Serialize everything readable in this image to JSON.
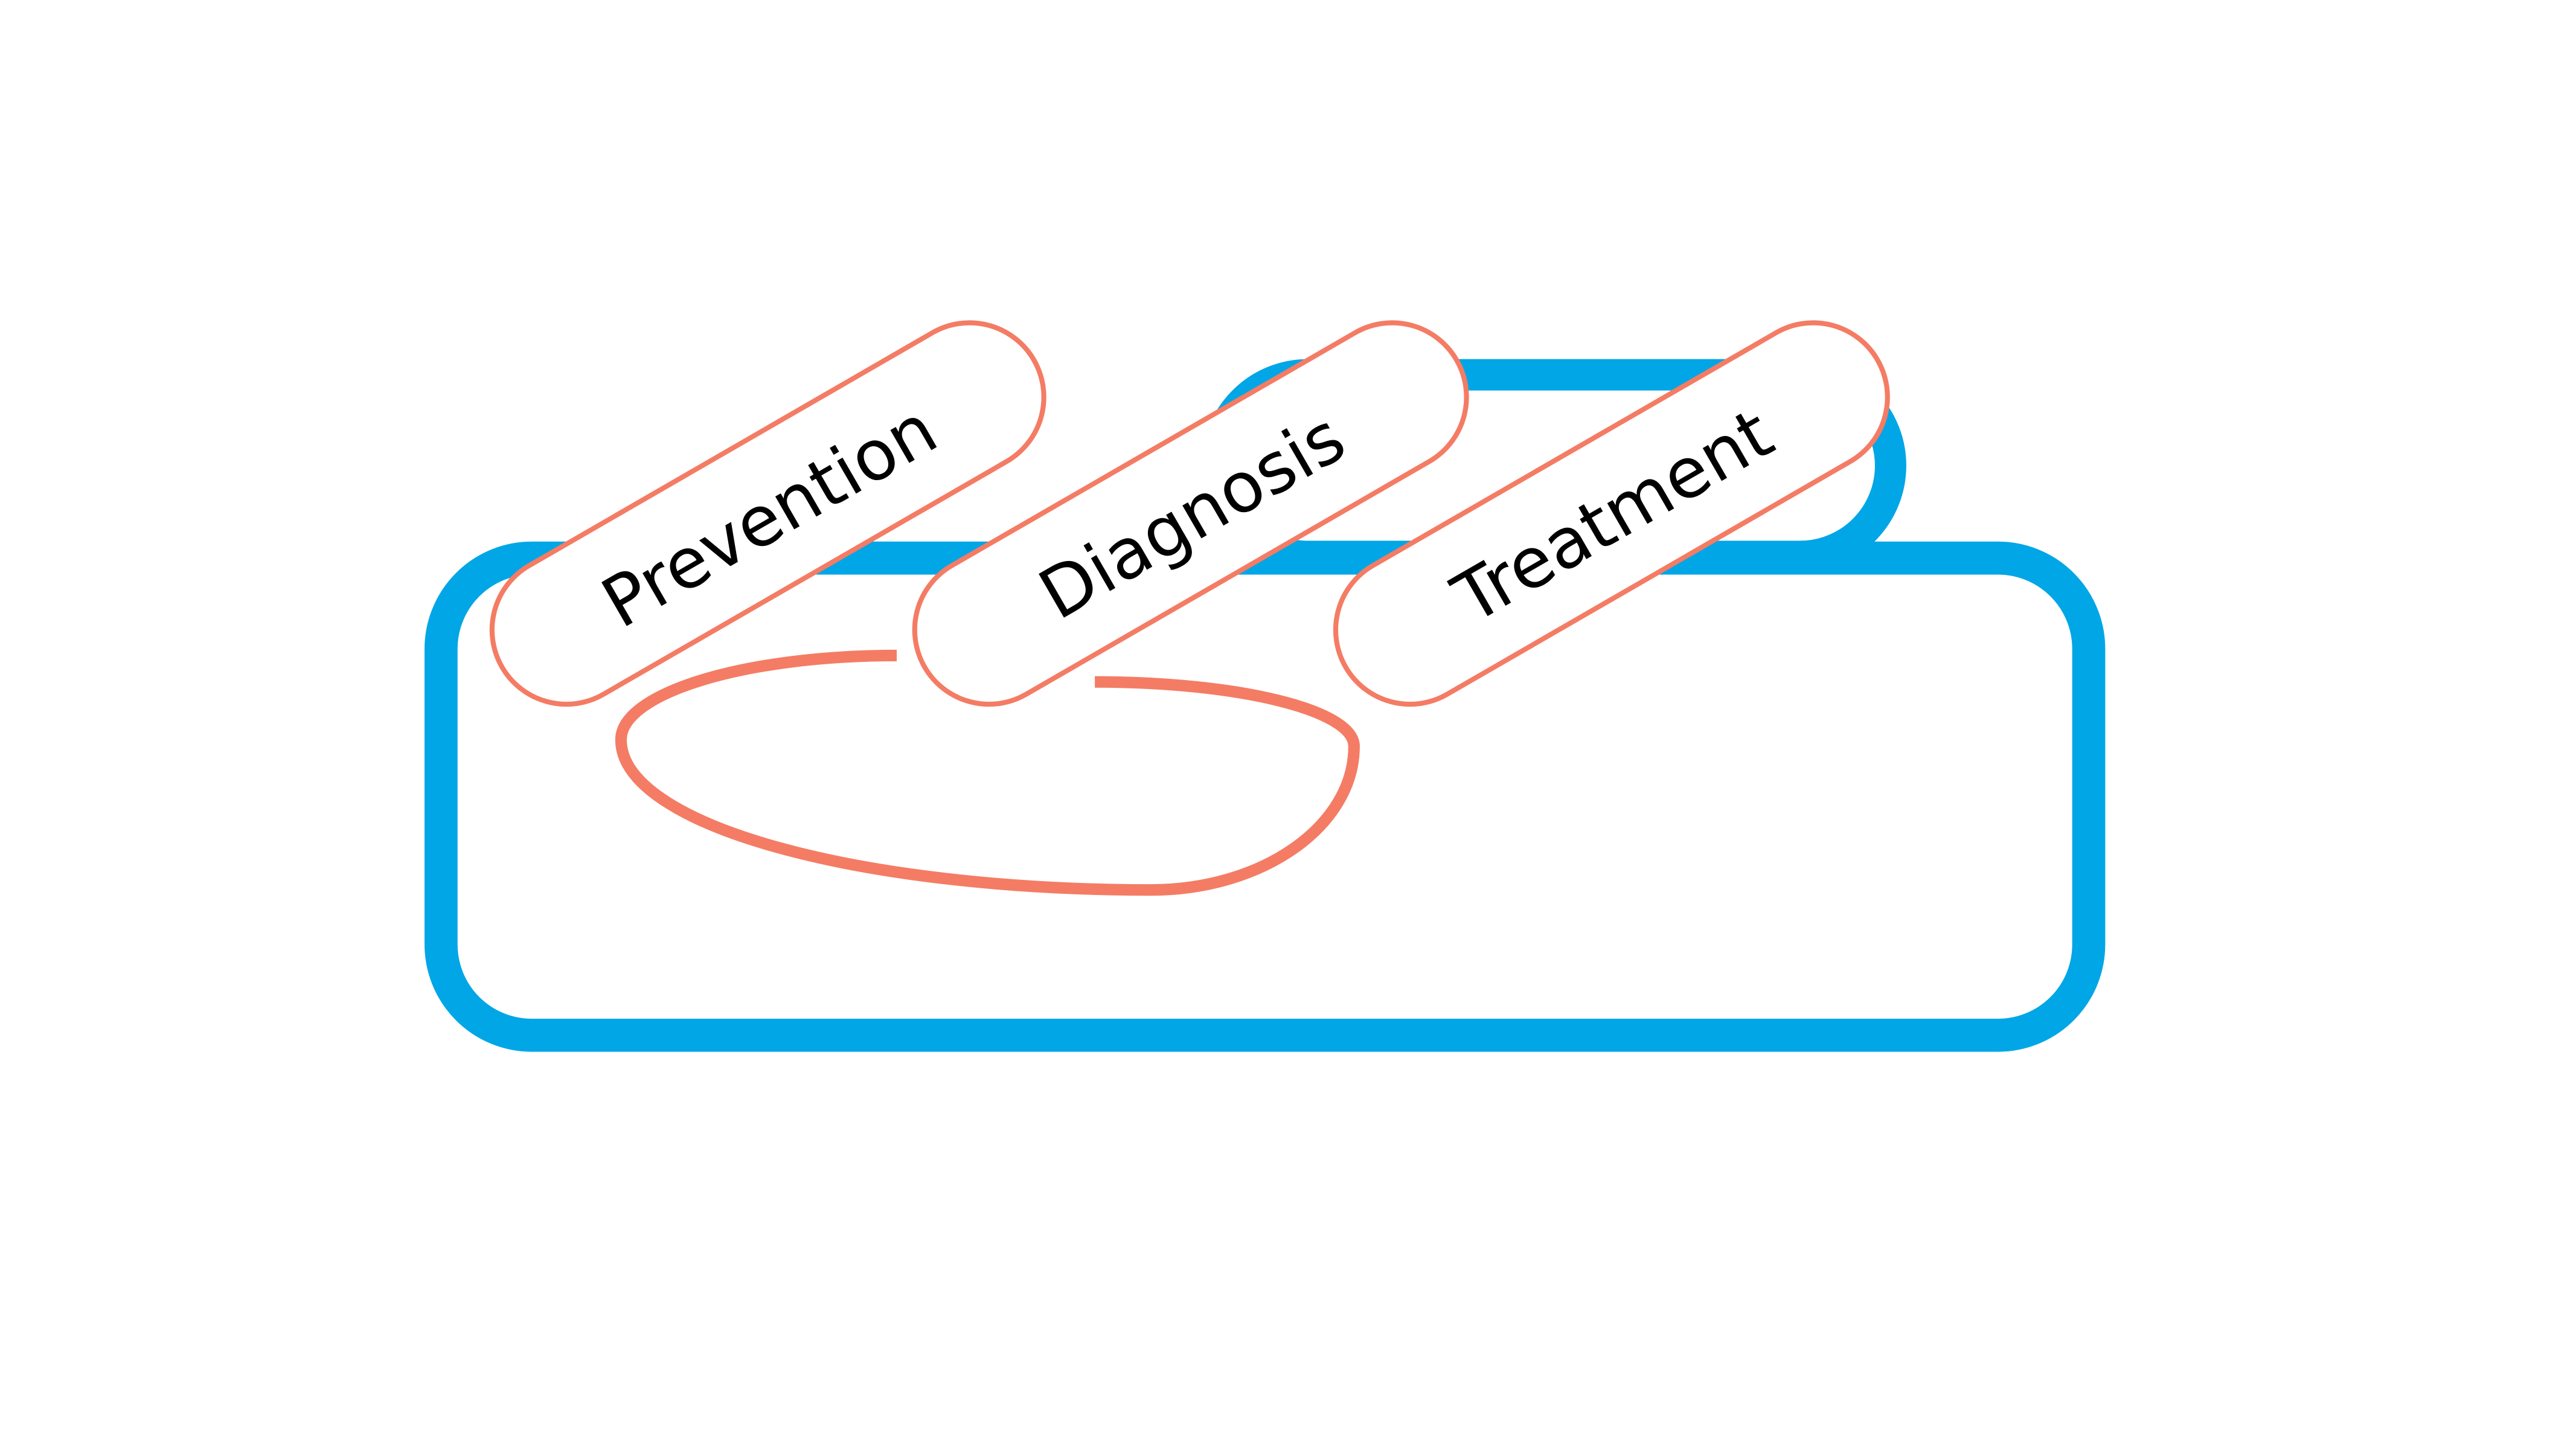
{
  "diagram": {
    "labels": [
      "Prevention",
      "Diagnosis",
      "Treatment"
    ],
    "colors": {
      "frame": "#00a6e6",
      "accent": "#f47c64",
      "text": "#000000",
      "background": "#ffffff"
    }
  }
}
